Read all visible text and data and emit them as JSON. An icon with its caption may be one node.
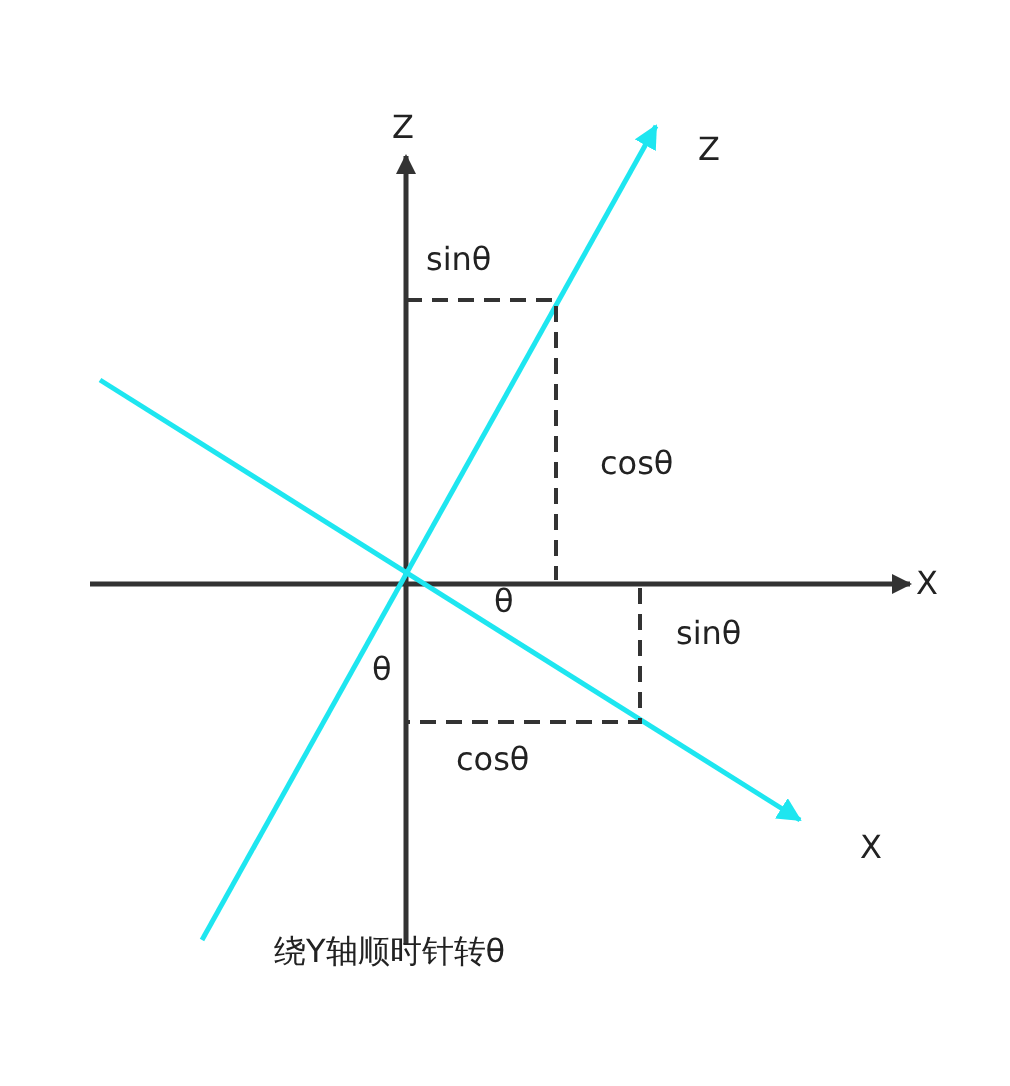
{
  "diagram": {
    "caption": "绕Y轴顺时针转θ",
    "labels": [
      "Z",
      "Z",
      "sinθ",
      "cosθ",
      "X",
      "θ",
      "sinθ",
      "θ",
      "cosθ",
      "X"
    ]
  }
}
